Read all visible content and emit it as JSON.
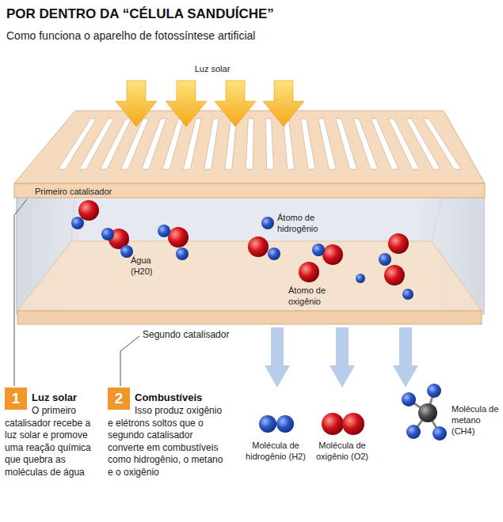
{
  "diagram": {
    "title": "POR DENTRO DA “CÉLULA SANDUÍCHE”",
    "nodes": [
      {
        "text": [
          "1",
          "Luz solar",
          "O primeiro catalisador recebe a luz solar e promove uma reação química que quebra as moléculas de água"
        ]
      },
      {
        "text": [
          "2",
          "Combustíveis",
          "Isso produz oxigênio e elétrons soltos que o segundo catalisador converte em combustíveis como hidrogênio, o metano e o oxigênio"
        ]
      }
    ],
    "labels": [
      "Como funciona o aparelho de fotossíntese artificial",
      "Luz solar",
      "Primeiro catalisador",
      "Átomo de hidrogênio",
      "Água (H20)",
      "Átomo de oxigênio",
      "Segundo catalisador",
      "Molécula de hidrogênio (H2)",
      "Molécula de oxigênio (O2)",
      "Molécula de metano (CH4)"
    ]
  }
}
